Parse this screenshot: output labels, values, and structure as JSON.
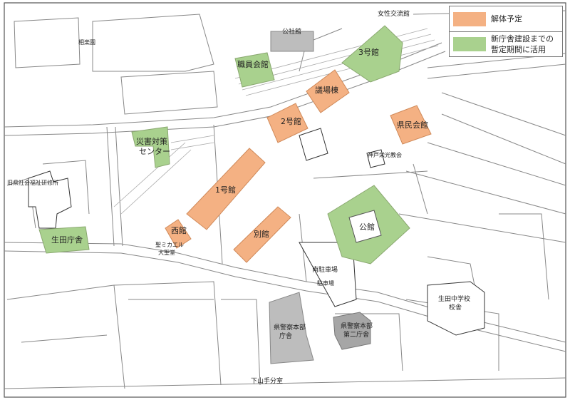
{
  "legend": {
    "demolition": {
      "label": "解体予定",
      "color": "#f4b183"
    },
    "interim": {
      "label_line1": "新庁舎建設までの",
      "label_line2": "暫定期間に活用",
      "color": "#a9d18e"
    }
  },
  "labels": {
    "women_center": "女性交流館",
    "public_hall": "公社館",
    "sorakuen": "相楽園",
    "staff_hall": "職員会館",
    "bldg3": "3号館",
    "assembly": "議場棟",
    "bldg2": "2号館",
    "kenmin": "県民会館",
    "disaster_line1": "災害対策",
    "disaster_line2": "センター",
    "kobe_church": "神戸栄光教会",
    "old_office": "旧県社会福祉研修所",
    "bldg1": "1号館",
    "ikuta": "生田庁舎",
    "west": "西館",
    "annex": "別館",
    "cathedral_line1": "聖ミカエル",
    "cathedral_line2": "大聖堂",
    "koukan": "公館",
    "south_parking": "南駐車場",
    "parking": "駐車場",
    "police_line1": "県警察本部",
    "police_line2": "庁舎",
    "police2_line1": "県警察本部",
    "police2_line2": "第二庁舎",
    "ikuta_jhs_line1": "生田中学校",
    "ikuta_jhs_line2": "校舎",
    "shimoyamate": "下山手分室"
  }
}
